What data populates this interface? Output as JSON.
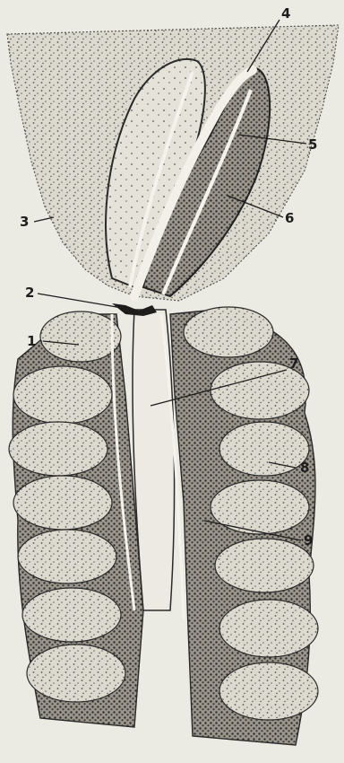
{
  "figure": {
    "labels": [
      {
        "id": "label-1",
        "text": "1"
      },
      {
        "id": "label-2",
        "text": "2"
      },
      {
        "id": "label-3",
        "text": "3"
      },
      {
        "id": "label-4",
        "text": "4"
      },
      {
        "id": "label-5",
        "text": "5"
      },
      {
        "id": "label-6",
        "text": "6"
      },
      {
        "id": "label-7",
        "text": "7"
      },
      {
        "id": "label-8",
        "text": "8"
      },
      {
        "id": "label-9",
        "text": "9"
      }
    ]
  },
  "colors": {
    "paper": "#ecebe3",
    "ink": "#1d1d1d",
    "tissue_light": "#d6d3c8",
    "tissue_mid": "#8f8b82",
    "tissue_dark": "#3a3835"
  }
}
